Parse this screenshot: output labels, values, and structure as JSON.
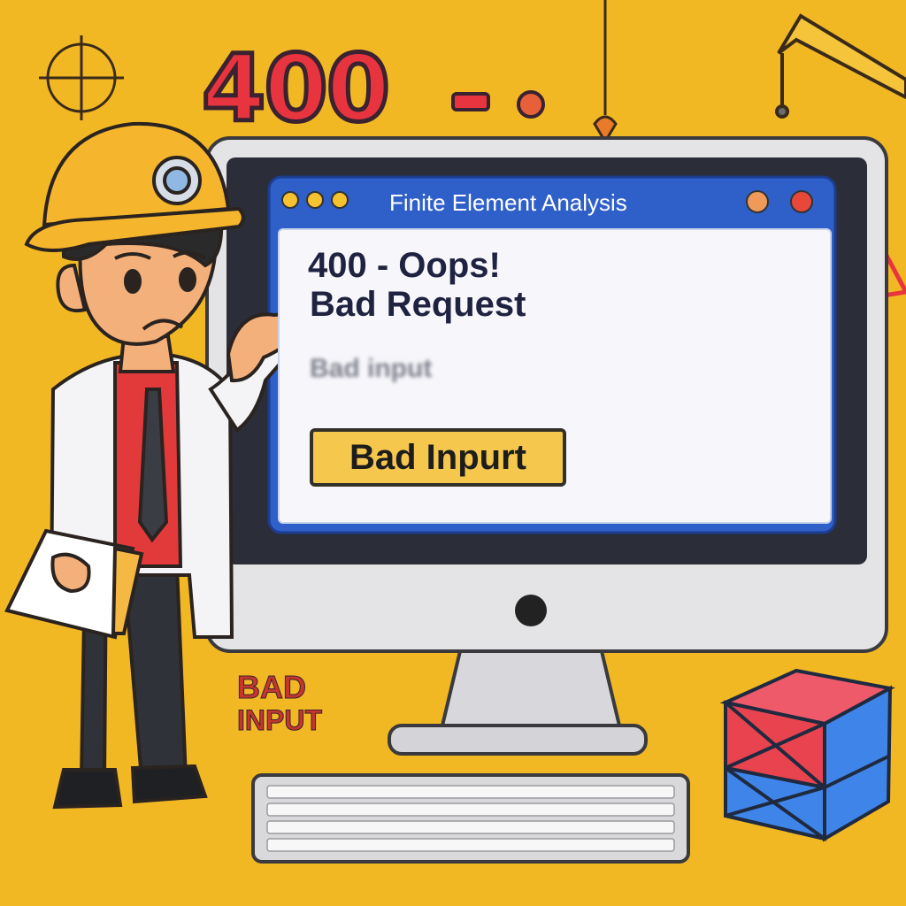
{
  "heading": {
    "code": "400"
  },
  "window": {
    "title": "Finite Element Analysis",
    "error_line1": "400 - Oops!",
    "error_line2": "Bad Request",
    "blurred_text": "Bad input",
    "button_label": "Bad Inpurt"
  },
  "side_text": {
    "line1": "BAD",
    "line2": "INPUT"
  },
  "colors": {
    "background": "#f2b824",
    "accent_red": "#e8343e",
    "window_blue": "#2f5fc8",
    "button_yellow": "#f6c74d"
  },
  "icons": [
    "crosshair-icon",
    "warning-triangle-icon",
    "hard-hat-icon",
    "mesh-graph-icon",
    "cube-icon",
    "keyboard-icon"
  ]
}
